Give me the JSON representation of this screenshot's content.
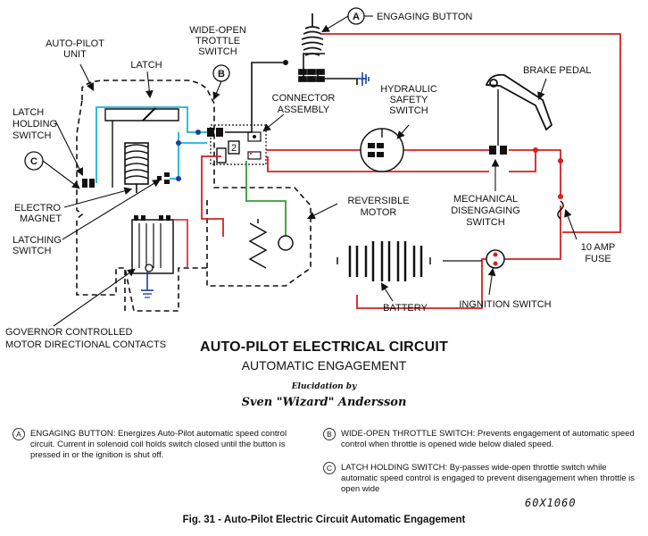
{
  "diagram": {
    "labels": {
      "engaging_button": "ENGAGING BUTTON",
      "wide_open_1": "WIDE-OPEN",
      "wide_open_2": "TROTTLE",
      "wide_open_3": "SWITCH",
      "autopilot_1": "AUTO-PILOT",
      "autopilot_2": "UNIT",
      "latch": "LATCH",
      "latch_holding_1": "LATCH",
      "latch_holding_2": "HOLDING",
      "latch_holding_3": "SWITCH",
      "connector_1": "CONNECTOR",
      "connector_2": "ASSEMBLY",
      "hydraulic_1": "HYDRAULIC",
      "hydraulic_2": "SAFETY",
      "hydraulic_3": "SWITCH",
      "brake_pedal": "BRAKE PEDAL",
      "electro_1": "ELECTRO",
      "electro_2": "MAGNET",
      "latching_1": "LATCHING",
      "latching_2": "SWITCH",
      "reversible_1": "REVERSIBLE",
      "reversible_2": "MOTOR",
      "mechanical_1": "MECHANICAL",
      "mechanical_2": "DISENGAGING",
      "mechanical_3": "SWITCH",
      "fuse_1": "10 AMP",
      "fuse_2": "FUSE",
      "battery": "BATTERY",
      "ignition_switch": "INGNITION SWITCH",
      "governor_1": "GOVERNOR CONTROLLED",
      "governor_2": "MOTOR DIRECTIONAL CONTACTS",
      "connector_num": "2",
      "marker_a": "A",
      "marker_b": "B",
      "marker_c": "C"
    },
    "wire_colors": {
      "hot": "#d42020",
      "green": "#2fa02f",
      "cyan": "#18b4d8",
      "blue": "#1a3fa0",
      "black": "#111111"
    }
  },
  "titles": {
    "main": "AUTO-PILOT ELECTRICAL CIRCUIT",
    "sub": "AUTOMATIC ENGAGEMENT",
    "elucidation": "Elucidation by",
    "author": "Sven \"Wizard\" Andersson"
  },
  "notes": [
    {
      "marker": "A",
      "text": "ENGAGING BUTTON: Energizes Auto-Pilot automatic speed control circuit. Current in solenoid coil holds switch closed until the button is pressed in or the ignition is shut off."
    },
    {
      "marker": "B",
      "text": "WIDE-OPEN THROTTLE SWITCH: Prevents engagement of automatic speed control when throttle is opened wide below dialed speed."
    },
    {
      "marker": "C",
      "text": "LATCH HOLDING SWITCH: By-passes wide-open throttle switch while automatic speed control is engaged to prevent disengagement when throttle is open wide"
    }
  ],
  "code": "60X1060",
  "caption": "Fig. 31 - Auto-Pilot Electric Circuit Automatic Engagement"
}
